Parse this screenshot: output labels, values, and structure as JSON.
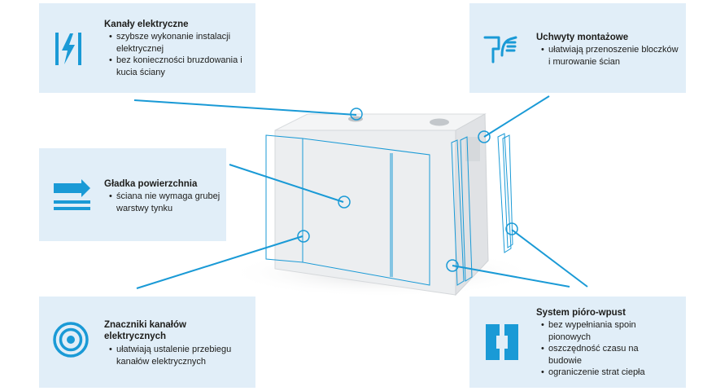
{
  "panels": {
    "channels": {
      "title": "Kanały elektryczne",
      "bullets": [
        "szybsze wykonanie instalacji elektrycznej",
        "bez konieczności bruzdowania i kucia ściany"
      ],
      "icon": "lightning-icon"
    },
    "handles": {
      "title": "Uchwyty montażowe",
      "bullets": [
        "ułatwiają przenoszenie bloczków i murowanie ścian"
      ],
      "icon": "hand-grip-icon"
    },
    "surface": {
      "title": "Gładka powierzchnia",
      "bullets": [
        "ściana nie wymaga grubej warstwy tynku"
      ],
      "icon": "arrows-right-icon"
    },
    "markers": {
      "title": "Znaczniki kanałów elektrycznych",
      "bullets": [
        "ułatwiają ustalenie przebiegu kanałów elektrycznych"
      ],
      "icon": "target-icon"
    },
    "tongue": {
      "title": "System pióro-wpust",
      "bullets": [
        "bez wypełniania spoin pionowych",
        "oszczędność czasu na budowie",
        "ograniczenie strat ciepła"
      ],
      "icon": "tongue-groove-icon"
    }
  },
  "colors": {
    "accent": "#1a9ad6",
    "panel": "#e1eef8",
    "block": "#eef0f2"
  }
}
